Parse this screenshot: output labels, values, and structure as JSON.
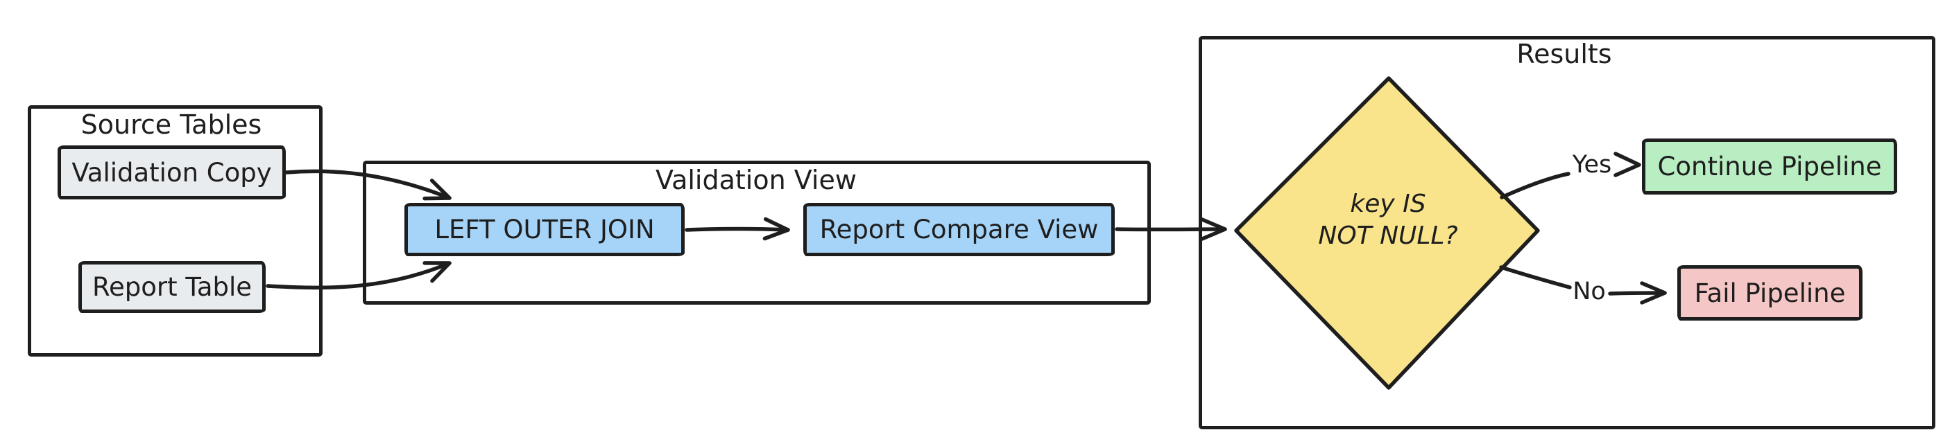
{
  "diagram": {
    "type": "flowchart",
    "containers": {
      "source_tables": {
        "label": "Source Tables"
      },
      "validation_view": {
        "label": "Validation View"
      },
      "results": {
        "label": "Results"
      }
    },
    "nodes": {
      "validation_copy": {
        "label": "Validation Copy",
        "shape": "rectangle",
        "fill": "#e9ecef"
      },
      "report_table": {
        "label": "Report Table",
        "shape": "rectangle",
        "fill": "#e9ecef"
      },
      "left_outer_join": {
        "label": "LEFT OUTER JOIN",
        "shape": "rectangle",
        "fill": "#a6d4f8"
      },
      "report_compare_view": {
        "label": "Report Compare View",
        "shape": "rectangle",
        "fill": "#a6d4f8"
      },
      "decision": {
        "label": "key IS\nNOT NULL?",
        "shape": "diamond",
        "fill": "#f9e48b"
      },
      "continue_pipeline": {
        "label": "Continue Pipeline",
        "shape": "rectangle",
        "fill": "#b9edc2"
      },
      "fail_pipeline": {
        "label": "Fail Pipeline",
        "shape": "rectangle",
        "fill": "#f5c6c6"
      }
    },
    "edges": {
      "list": [
        {
          "from": "validation_copy",
          "to": "left_outer_join",
          "label": ""
        },
        {
          "from": "report_table",
          "to": "left_outer_join",
          "label": ""
        },
        {
          "from": "left_outer_join",
          "to": "report_compare_view",
          "label": ""
        },
        {
          "from": "report_compare_view",
          "to": "decision",
          "label": ""
        },
        {
          "from": "decision",
          "to": "continue_pipeline",
          "label": "Yes"
        },
        {
          "from": "decision",
          "to": "fail_pipeline",
          "label": "No"
        }
      ],
      "yes": {
        "label": "Yes"
      },
      "no": {
        "label": "No"
      }
    },
    "colors": {
      "stroke": "#1e1e1e",
      "canvas": "#ffffff",
      "gray_fill": "#e9ecef",
      "blue_fill": "#a6d4f8",
      "yellow_fill": "#f9e48b",
      "green_fill": "#b9edc2",
      "red_fill": "#f5c6c6"
    }
  }
}
